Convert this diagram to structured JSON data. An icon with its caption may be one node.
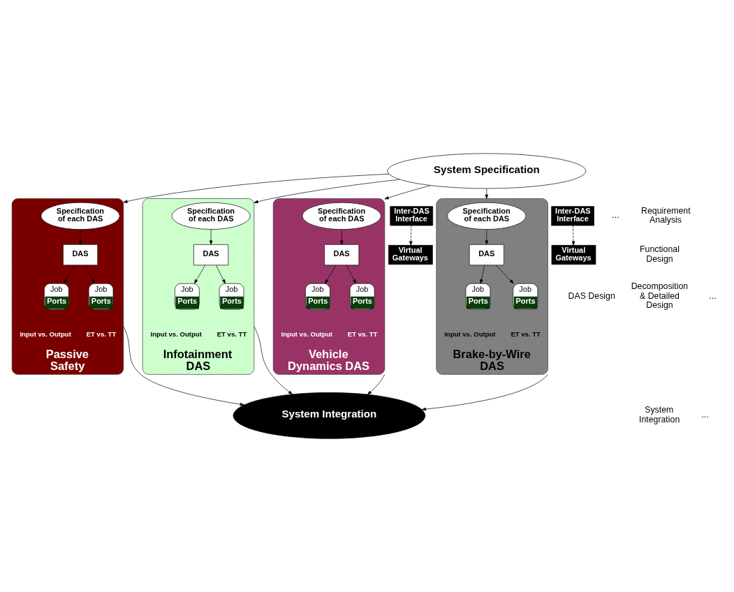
{
  "diagram": {
    "nodes": [
      {
        "text": [
          "System Specification"
        ]
      },
      {
        "text": [
          "Passive Safety"
        ]
      },
      {
        "text": [
          "Specification of each DAS"
        ],
        "in": 1
      },
      {
        "text": [
          "DAS"
        ],
        "in": 1
      },
      {
        "text": [
          "Job",
          "Ports"
        ],
        "in": 1
      },
      {
        "text": [
          "Job",
          "Ports"
        ],
        "in": 1
      },
      {
        "text": [
          "Inter-DAS Interface"
        ]
      },
      {
        "text": [
          "Infotainment DAS"
        ]
      },
      {
        "text": [
          "Specification of each DAS"
        ],
        "in": 7
      },
      {
        "text": [
          "DAS"
        ],
        "in": 7
      },
      {
        "text": [
          "Job",
          "Ports"
        ],
        "in": 7
      },
      {
        "text": [
          "Job",
          "Ports"
        ],
        "in": 7
      },
      {
        "text": [
          "Vehicle Dynamics DAS"
        ]
      },
      {
        "text": [
          "Specification of each DAS"
        ],
        "in": 12
      },
      {
        "text": [
          "DAS"
        ],
        "in": 12
      },
      {
        "text": [
          "Job",
          "Ports"
        ],
        "in": 12
      },
      {
        "text": [
          "Job",
          "Ports"
        ],
        "in": 12
      },
      {
        "text": [
          "Inter-DAS Interface"
        ]
      },
      {
        "text": [
          "Brake-by-Wire DAS"
        ]
      },
      {
        "text": [
          "Specification of each DAS"
        ],
        "in": 18
      },
      {
        "text": [
          "DAS"
        ],
        "in": 18
      },
      {
        "text": [
          "Job",
          "Ports"
        ],
        "in": 18
      },
      {
        "text": [
          "Job",
          "Ports"
        ],
        "in": 18
      },
      {
        "text": [
          "Virtual Gateways"
        ]
      },
      {
        "text": [
          "Virtual Gateways"
        ]
      },
      {
        "text": [
          "System Integration"
        ]
      }
    ],
    "edges": [
      {
        "from": 0,
        "to": 1,
        "arrow": "to"
      },
      {
        "from": 0,
        "to": 7,
        "arrow": "to"
      },
      {
        "from": 0,
        "to": 12,
        "arrow": "to"
      },
      {
        "from": 0,
        "to": 18,
        "arrow": "to"
      },
      {
        "from": 2,
        "to": 3,
        "arrow": "to"
      },
      {
        "from": 3,
        "to": 4,
        "arrow": "to"
      },
      {
        "from": 3,
        "to": 5,
        "arrow": "to"
      },
      {
        "from": 8,
        "to": 9,
        "arrow": "to"
      },
      {
        "from": 9,
        "to": 10,
        "arrow": "to"
      },
      {
        "from": 9,
        "to": 11,
        "arrow": "to"
      },
      {
        "from": 13,
        "to": 14,
        "arrow": "to"
      },
      {
        "from": 14,
        "to": 15,
        "arrow": "to"
      },
      {
        "from": 14,
        "to": 16,
        "arrow": "to"
      },
      {
        "from": 19,
        "to": 20,
        "arrow": "to"
      },
      {
        "from": 20,
        "to": 21,
        "arrow": "to"
      },
      {
        "from": 20,
        "to": 22,
        "arrow": "to"
      },
      {
        "from": 6,
        "to": 23,
        "arrow": "to",
        "style": "dashed"
      },
      {
        "from": 17,
        "to": 24,
        "arrow": "to",
        "style": "dashed"
      },
      {
        "from": 1,
        "to": 25,
        "arrow": "to"
      },
      {
        "from": 7,
        "to": 25,
        "arrow": "to"
      },
      {
        "from": 12,
        "to": 25,
        "arrow": "to"
      },
      {
        "from": 18,
        "to": 25,
        "arrow": "to"
      }
    ],
    "labels": [
      "...",
      "Requirement Analysis",
      "Input vs. Output",
      "ET vs. TT",
      "Input vs. Output",
      "ET vs. TT",
      "...",
      "Input vs. Output",
      "ET vs. TT",
      "Input vs. Output",
      "ET vs. TT",
      "Functional Design",
      "DAS Design",
      "Decomposition & Detailed Design",
      "...",
      "System Integration"
    ]
  }
}
